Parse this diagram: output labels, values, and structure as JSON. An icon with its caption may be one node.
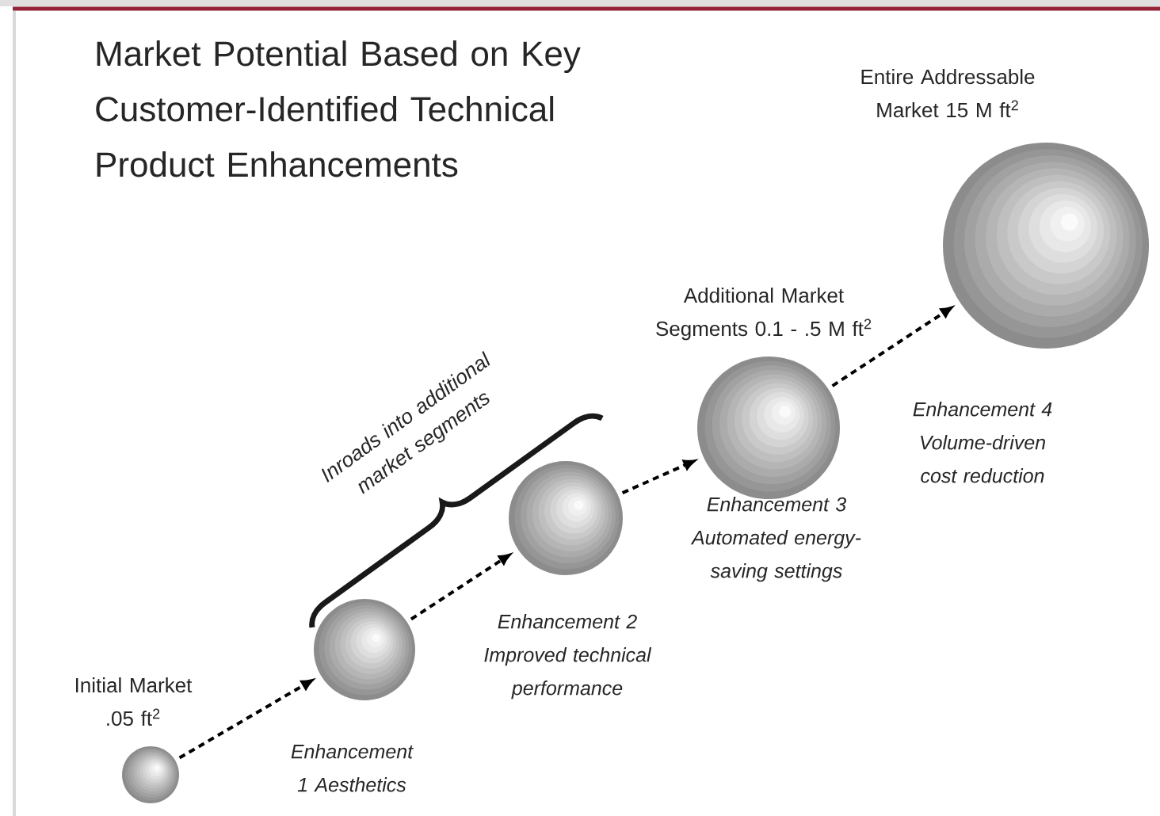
{
  "diagram": {
    "title": "Market Potential Based on Key Customer-Identified Technical Product Enhancements",
    "nodes": [
      {
        "text": [],
        "shape": "circle",
        "beside": [
          "Initial Market .05 ft$^{2}$"
        ]
      },
      {
        "text": [],
        "shape": "circle"
      },
      {
        "text": [],
        "shape": "circle"
      },
      {
        "text": [],
        "shape": "circle",
        "beside": [
          "Additional Market Segments 0.1 - .5 M ft$^{2}$"
        ]
      },
      {
        "text": [],
        "shape": "circle",
        "beside": [
          "Entire Addressable Market 15 M ft$^{2}$"
        ]
      }
    ],
    "edges": [
      {
        "from": 0,
        "to": 1,
        "arrow": "to",
        "style": "dashed",
        "label": "Enhancement 1 Aesthetics"
      },
      {
        "from": 1,
        "to": 2,
        "arrow": "to",
        "style": "dashed",
        "label": "Enhancement 2 Improved technical performance"
      },
      {
        "from": 2,
        "to": 3,
        "arrow": "to",
        "style": "dashed",
        "label": "Enhancement 3 Automated energy-saving settings"
      },
      {
        "from": 3,
        "to": 4,
        "arrow": "to",
        "style": "dashed",
        "label": "Enhancement 4 Volume-driven cost reduction"
      }
    ],
    "labels": [
      "Inroads into additional market segments"
    ]
  }
}
